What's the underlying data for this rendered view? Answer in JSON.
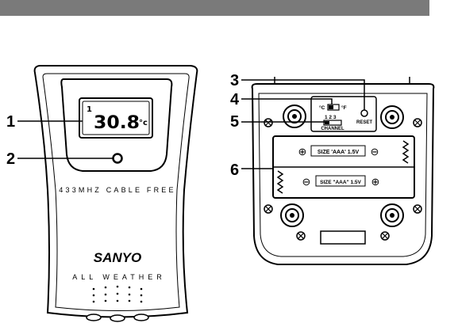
{
  "callouts": [
    "1",
    "2",
    "3",
    "4",
    "5",
    "6"
  ],
  "front": {
    "channel_digit": "1",
    "temperature": "30.8",
    "unit": "°c",
    "band_text": "433MHZ CABLE FREE",
    "brand": "SANYO",
    "tagline": "ALL WEATHER"
  },
  "back": {
    "switch_left": "°C",
    "switch_right": "°F",
    "channel_numbers": "1 2 3",
    "channel_label": "CHANNEL",
    "reset_label": "RESET",
    "battery_1": "SIZE 'AAA' 1.5V",
    "battery_2": "SIZE \"AAA\" 1.5V",
    "plus": "⊕",
    "minus": "⊖"
  }
}
